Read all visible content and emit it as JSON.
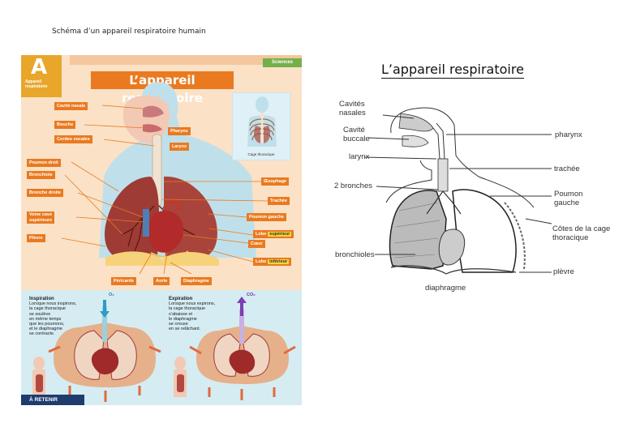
{
  "caption": "Schéma d’un appareil respiratoire humain",
  "poster": {
    "badge_letter": "A",
    "badge_sub": "Appareil respiratoire",
    "category": "Sciences",
    "title": "L’appareil respiratoire",
    "labels": {
      "cavite_nasale": "Cavité nasale",
      "bouche": "Bouche",
      "cordes_vocales": "Cordes vocales",
      "poumon_droit": "Poumon droit",
      "bronchiole": "Bronchiole",
      "bronche_droite": "Bronche droite",
      "veine_cave": "Veine cave\nsupérieure",
      "plevre": "Plèvre",
      "pharynx": "Pharynx",
      "larynx": "Larynx",
      "oesophage": "Œsophage",
      "trachee": "Trachée",
      "poumon_gauche": "Poumon gauche",
      "lobe_superieur_a": "Lobe",
      "lobe_superieur_b": "supérieur",
      "coeur": "Cœur",
      "lobe_inferieur_a": "Lobe",
      "lobe_inferieur_b": "inférieur",
      "pericarde": "Péricarde",
      "aorte": "Aorte",
      "diaphragme": "Diaphragme"
    },
    "inset_caption": "Cage thoracique",
    "inspiration": {
      "title": "Inspiration",
      "text": "Lorsque nous inspirons,\nla cage thoracique\nse soulève\nen même temps\nque les poumons,\net le diaphragme\nse contracte.",
      "gas": "O₂"
    },
    "expiration": {
      "title": "Expiration",
      "text": "Lorsque nous expirons,\nla cage thoracique\ns’abaisse et\nle diaphragme\nse creuse\nen se relâchant.",
      "gas": "CO₂"
    },
    "footer": "À RETENIR"
  },
  "diagram": {
    "title": "L’appareil respiratoire",
    "labels": {
      "cavites_nasales": "Cavités\nnasales",
      "cavite_buccale": "Cavité\nbuccale",
      "larynx": "larynx",
      "bronches": "2 bronches",
      "bronchioles": "bronchioles",
      "diaphragme": "diaphragme",
      "pharynx": "pharynx",
      "trachee": "trachée",
      "poumon_gauche": "Poumon\ngauche",
      "cotes": "Côtes de la cage\nthoracique",
      "plevre": "plèvre"
    }
  },
  "colors": {
    "poster_bg": "#fbe1c6",
    "label_orange": "#e97a20",
    "lung_red": "#8f2e2a",
    "panel_blue": "#d5ecf3",
    "footer_navy": "#1e3c6d"
  }
}
